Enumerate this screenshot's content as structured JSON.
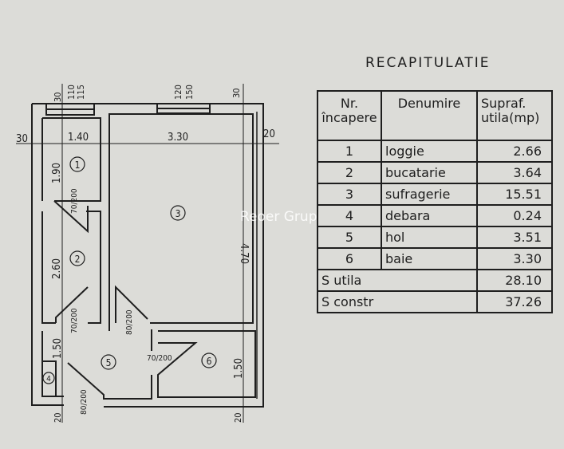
{
  "title": "RECAPITULATIE",
  "table": {
    "headers": [
      "Nr. încapere",
      "Denumire",
      "Supraf. utila(mp)"
    ],
    "rows": [
      {
        "nr": "1",
        "name": "loggie",
        "area": "2.66"
      },
      {
        "nr": "2",
        "name": "bucatarie",
        "area": "3.64"
      },
      {
        "nr": "3",
        "name": "sufragerie",
        "area": "15.51"
      },
      {
        "nr": "4",
        "name": "debara",
        "area": "0.24"
      },
      {
        "nr": "5",
        "name": "hol",
        "area": "3.51"
      },
      {
        "nr": "6",
        "name": "baie",
        "area": "3.30"
      }
    ],
    "totals": [
      {
        "label": "S utila",
        "value": "28.10"
      },
      {
        "label": "S constr",
        "value": "37.26"
      }
    ]
  },
  "plan": {
    "rooms": [
      "1",
      "2",
      "3",
      "4",
      "5",
      "6"
    ],
    "dims": {
      "w30": "30",
      "w140": "1.40",
      "w330": "3.30",
      "w20": "20",
      "h190": "1.90",
      "h260": "2.60",
      "h150": "1.50",
      "h470": "4.70",
      "h150b": "1.50",
      "t30a": "30",
      "t110": "110",
      "t115": "115",
      "t120": "120",
      "t150": "150",
      "t30b": "30",
      "b20a": "20",
      "b20b": "20",
      "d1": "70/200",
      "d2": "70/200",
      "d3": "80/200",
      "d4": "70/200",
      "d5": "80/200"
    }
  },
  "watermark": "Reoer Grup"
}
